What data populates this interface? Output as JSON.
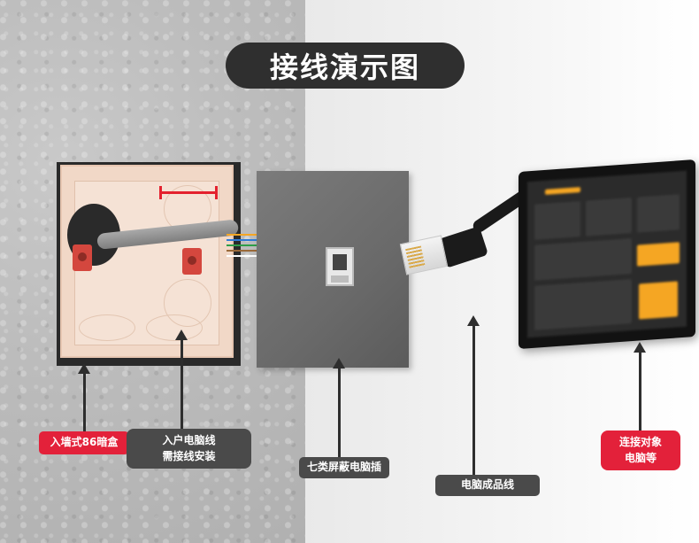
{
  "title": "接线演示图",
  "labels": {
    "box": "入墙式86暗盒",
    "cable_in_line1": "入户电脑线",
    "cable_in_line2": "需接线安装",
    "panel": "七类屏蔽电脑插",
    "cable": "电脑成品线",
    "target_line1": "连接对象",
    "target_line2": "电脑等"
  },
  "colors": {
    "title_bg": "#2f2f2f",
    "label_red": "#e3213a",
    "label_dark": "#4a4a4a",
    "measure_red": "#e4212e",
    "screen_accent": "#f5a623"
  },
  "icons": [
    "arrow-up-icon",
    "rj45-plug-icon",
    "jack-icon"
  ]
}
